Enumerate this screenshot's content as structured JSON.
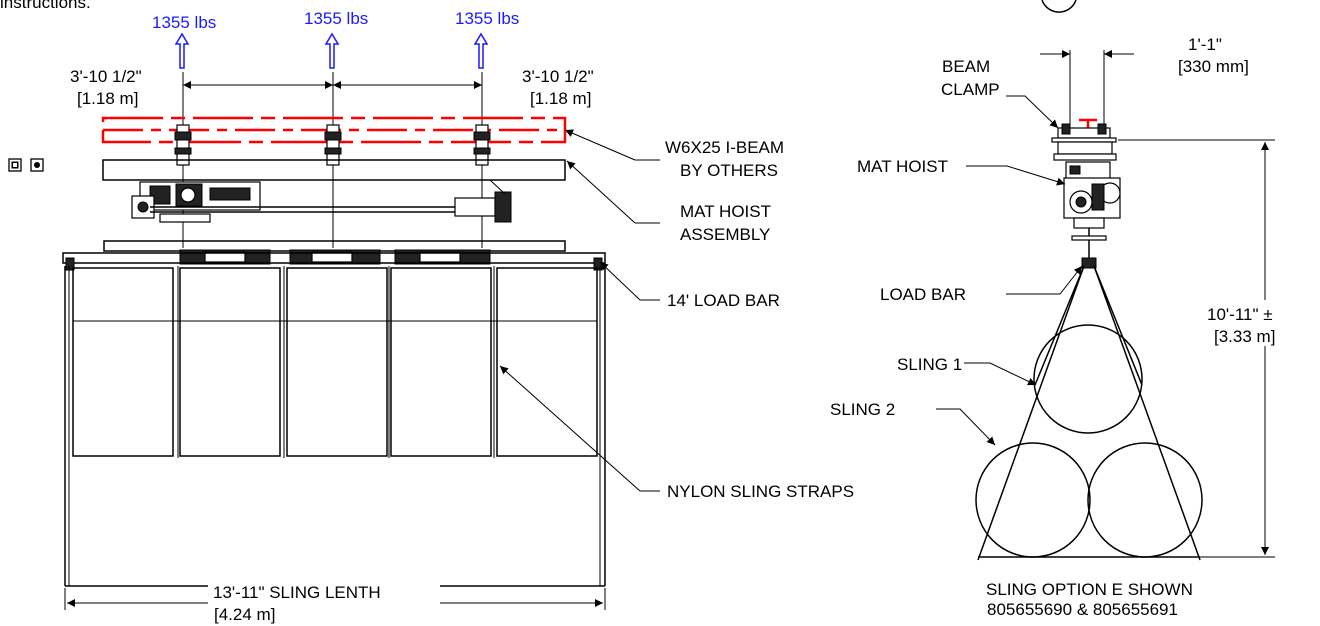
{
  "top_fragment": "instructions.",
  "loads": [
    "1355 lbs",
    "1355 lbs",
    "1355 lbs"
  ],
  "dims": {
    "left_spacing": "3'-10 1/2\"",
    "left_spacing_metric": "[1.18 m]",
    "right_spacing": "3'-10 1/2\"",
    "right_spacing_metric": "[1.18 m]",
    "sling_length": "13'-11\"  SLING LENTH",
    "sling_length_metric": "[4.24 m]",
    "clamp_width": "1'-1\"",
    "clamp_width_metric": "[330 mm]",
    "height": "10'-11\" ±",
    "height_metric": "[3.33 m]"
  },
  "labels": {
    "ibeam_1": "W6X25 I-BEAM",
    "ibeam_2": "BY OTHERS",
    "mat_hoist_assembly_1": "MAT HOIST",
    "mat_hoist_assembly_2": "ASSEMBLY",
    "load_bar_14": "14' LOAD BAR",
    "nylon_straps": "NYLON SLING STRAPS",
    "beam_clamp_1": "BEAM",
    "beam_clamp_2": "CLAMP",
    "mat_hoist": "MAT HOIST",
    "load_bar": "LOAD BAR",
    "sling_1": "SLING 1",
    "sling_2": "SLING 2"
  },
  "caption": {
    "line1": "SLING OPTION E SHOWN",
    "line2": "805655690 & 805655691"
  },
  "colors": {
    "load_arrow": "#1a1aff",
    "ibeam": "#ff0000"
  },
  "icons": [
    "box-icon",
    "square-dot-icon"
  ]
}
